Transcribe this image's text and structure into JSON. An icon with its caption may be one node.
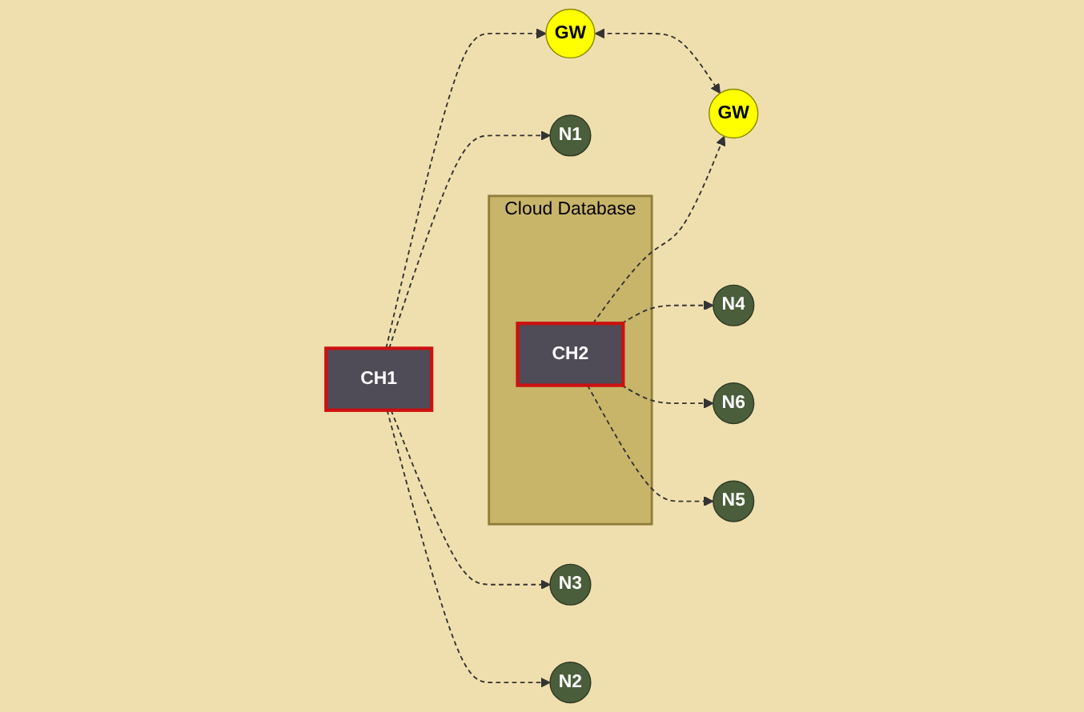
{
  "diagram": {
    "nodes": [
      {
        "text": [
          "N1"
        ]
      },
      {
        "text": [
          "GW"
        ]
      },
      {
        "text": [
          "GW"
        ]
      },
      {
        "text": [
          "N4"
        ]
      },
      {
        "text": [
          "Cloud Database"
        ]
      },
      {
        "text": [
          "CH1"
        ]
      },
      {
        "text": [
          "CH2"
        ],
        "in": 4
      },
      {
        "text": [
          "N6"
        ]
      },
      {
        "text": [
          "N3"
        ]
      },
      {
        "text": [
          "N2"
        ]
      },
      {
        "text": [
          "N5"
        ]
      }
    ],
    "edges": [
      {
        "from": 5,
        "to": 0,
        "arrow": "to",
        "style": "dashed"
      },
      {
        "from": 5,
        "to": 1,
        "arrow": "to",
        "style": "dashed"
      },
      {
        "from": 1,
        "to": 2,
        "arrow": "both",
        "style": "dashed"
      },
      {
        "from": 6,
        "to": 2,
        "arrow": "to",
        "style": "dashed"
      },
      {
        "from": 6,
        "to": 3,
        "arrow": "to",
        "style": "dashed"
      },
      {
        "from": 6,
        "to": 7,
        "arrow": "to",
        "style": "dashed"
      },
      {
        "from": 6,
        "to": 10,
        "arrow": "to",
        "style": "dashed"
      },
      {
        "from": 5,
        "to": 8,
        "arrow": "to",
        "style": "dashed"
      },
      {
        "from": 5,
        "to": 9,
        "arrow": "to",
        "style": "dashed"
      }
    ]
  }
}
